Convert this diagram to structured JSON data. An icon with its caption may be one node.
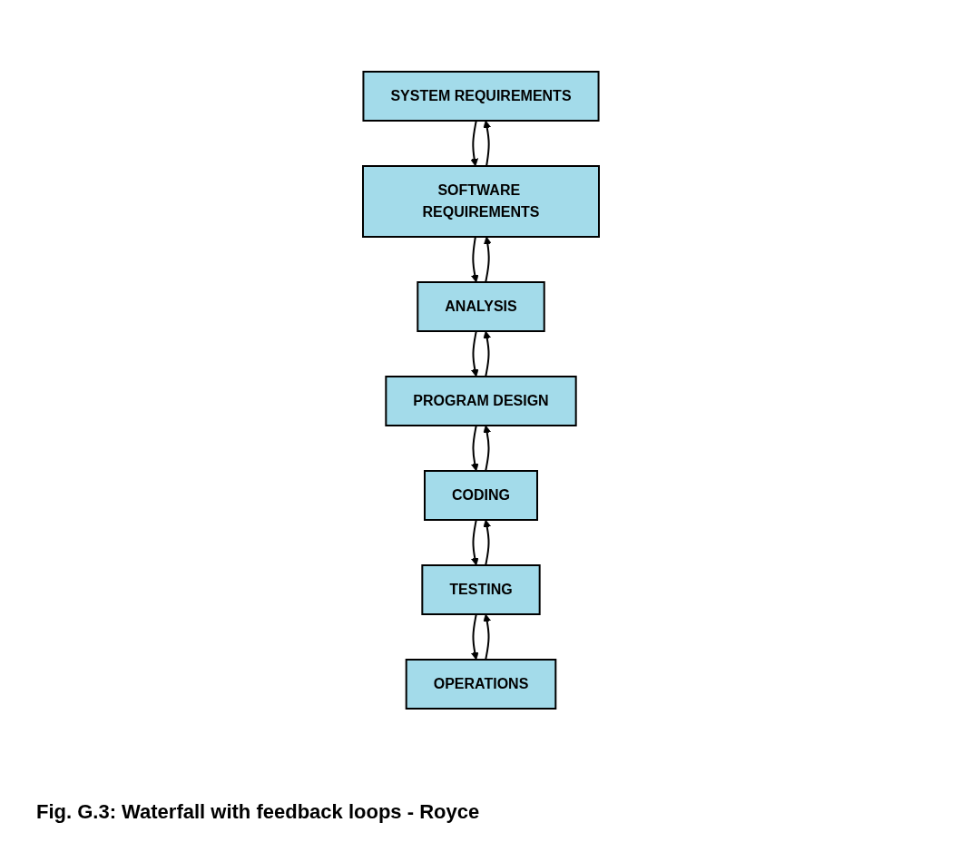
{
  "diagram": {
    "caption": "Fig. G.3: Waterfall with feedback loops - Royce",
    "nodes": [
      {
        "text": [
          "SYSTEM REQUIREMENTS"
        ]
      },
      {
        "text": [
          "SOFTWARE REQUIREMENTS"
        ]
      },
      {
        "text": [
          "ANALYSIS"
        ]
      },
      {
        "text": [
          "PROGRAM DESIGN"
        ]
      },
      {
        "text": [
          "CODING"
        ]
      },
      {
        "text": [
          "TESTING"
        ]
      },
      {
        "text": [
          "OPERATIONS"
        ]
      }
    ],
    "edges": [
      {
        "from": 0,
        "to": 1,
        "arrow": "to"
      },
      {
        "from": 1,
        "to": 0,
        "arrow": "to"
      },
      {
        "from": 1,
        "to": 2,
        "arrow": "to"
      },
      {
        "from": 2,
        "to": 1,
        "arrow": "to"
      },
      {
        "from": 2,
        "to": 3,
        "arrow": "to"
      },
      {
        "from": 3,
        "to": 2,
        "arrow": "to"
      },
      {
        "from": 3,
        "to": 4,
        "arrow": "to"
      },
      {
        "from": 4,
        "to": 3,
        "arrow": "to"
      },
      {
        "from": 4,
        "to": 5,
        "arrow": "to"
      },
      {
        "from": 5,
        "to": 4,
        "arrow": "to"
      },
      {
        "from": 5,
        "to": 6,
        "arrow": "to"
      },
      {
        "from": 6,
        "to": 5,
        "arrow": "to"
      }
    ]
  }
}
